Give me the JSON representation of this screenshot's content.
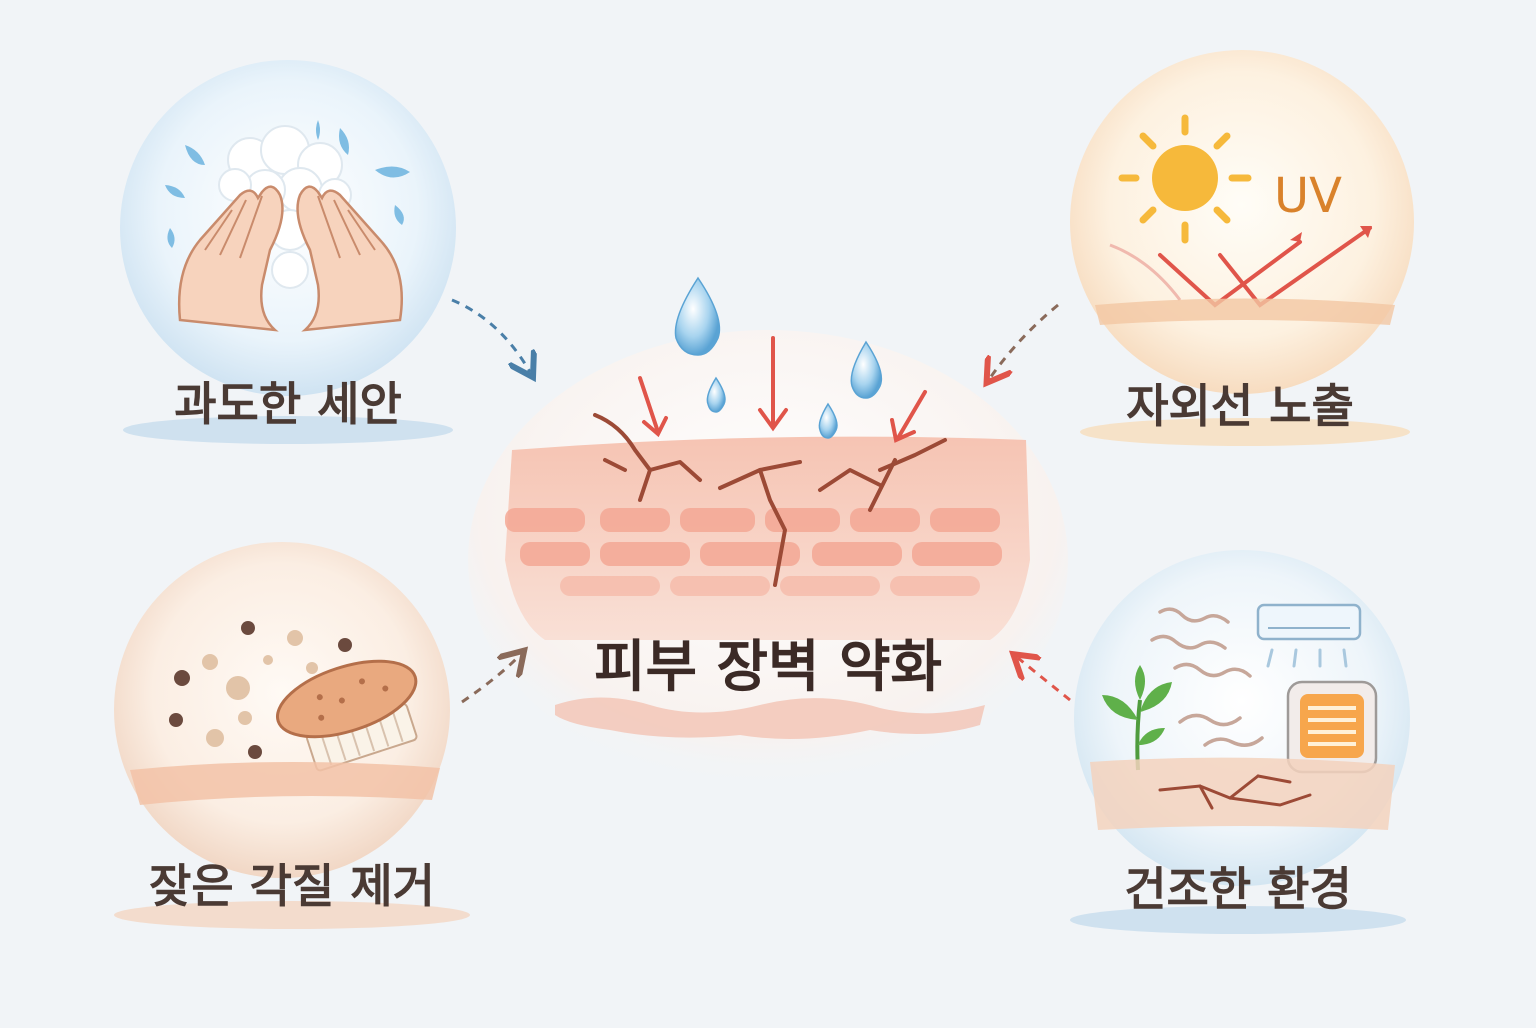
{
  "center": {
    "label": "피부 장벽 약화"
  },
  "causes": [
    {
      "id": "over-washing",
      "label": "과도한 세안"
    },
    {
      "id": "uv-exposure",
      "label": "자외선 노출",
      "badge": "UV"
    },
    {
      "id": "exfoliation",
      "label": "잦은 각질 제거"
    },
    {
      "id": "dry-environment",
      "label": "건조한 환경"
    }
  ],
  "icons": {
    "over-washing": "washing-hands-icon",
    "uv-exposure": "sun-uv-icon",
    "exfoliation": "exfoliating-brush-icon",
    "dry-environment": "dry-air-icon",
    "center": "damaged-skin-barrier-icon"
  },
  "colors": {
    "background": "#f1f4f7",
    "label_text": "#4a3a34",
    "arrow_blue": "#4a7fa8",
    "arrow_red": "#e0554a",
    "skin": "#f2b8a6",
    "crack": "#9c4a36",
    "sun": "#f6b93b",
    "uv_text": "#d9822b"
  }
}
